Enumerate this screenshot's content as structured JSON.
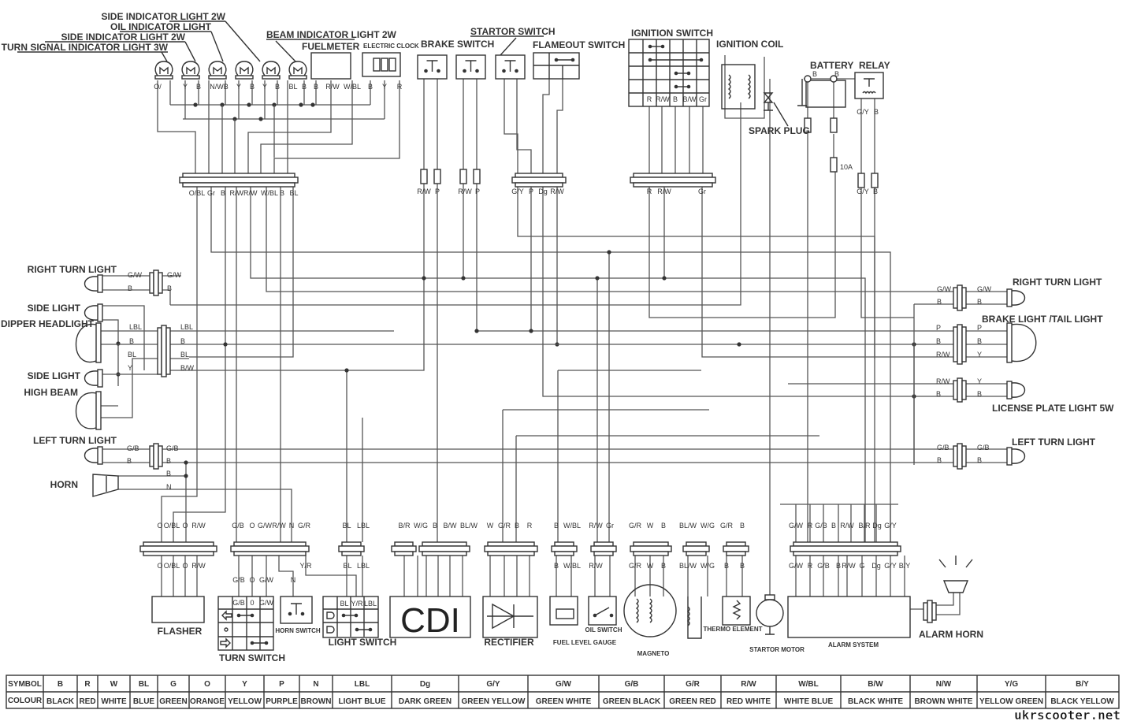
{
  "components": {
    "turn_signal_indicator": "TURN SIGNAL INDICATOR LIGHT 3W",
    "side_indicator_1": "SIDE INDICATOR LIGHT 2W",
    "oil_indicator": "OIL INDICATOR LIGHT",
    "side_indicator_2": "SIDE INDICATOR LIGHT 2W",
    "beam_indicator": "BEAM INDICATOR LIGHT 2W",
    "fuelmeter": "FUELMETER",
    "electric_clock": "ELECTRIC CLOCK",
    "brake_switch": "BRAKE SWITCH",
    "startor_switch": "STARTOR SWITCH",
    "flameout_switch": "FLAMEOUT SWITCH",
    "ignition_switch": "IGNITION SWITCH",
    "ignition_coil": "IGNITION COIL",
    "spark_plug": "SPARK PLUG",
    "battery": "BATTERY",
    "relay": "RELAY",
    "right_turn_light_front": "RIGHT TURN LIGHT",
    "side_light_1": "SIDE LIGHT",
    "dipper_headlight": "DIPPER HEADLIGHT",
    "side_light_2": "SIDE LIGHT",
    "high_beam": "HIGH BEAM",
    "left_turn_light_front": "LEFT TURN LIGHT",
    "horn": "HORN",
    "right_turn_light_rear": "RIGHT TURN LIGHT",
    "brake_tail_light": "BRAKE LIGHT /TAIL LIGHT",
    "license_plate_light": "LICENSE PLATE LIGHT 5W",
    "left_turn_light_rear": "LEFT TURN LIGHT",
    "flasher": "FLASHER",
    "turn_switch": "TURN SWITCH",
    "horn_switch": "HORN SWITCH",
    "light_switch": "LIGHT SWITCH",
    "cdi": "CDI",
    "rectifier": "RECTIFIER",
    "fuel_level_gauge": "FUEL LEVEL GAUGE",
    "oil_switch": "OIL SWITCH",
    "magneto": "MAGNETO",
    "thermo_element": "THERMO ELEMENT",
    "startor_motor": "STARTOR MOTOR",
    "alarm_system": "ALARM SYSTEM",
    "alarm_horn": "ALARM HORN"
  },
  "wire_labels": {
    "top_lamps": [
      "O/",
      "Y",
      "B",
      "N/WB",
      "Y",
      "B",
      "Y",
      "B",
      "BL",
      "B",
      "B",
      "R/W",
      "W/BL",
      "B",
      "Y",
      "R"
    ],
    "main_connector": [
      "O/BL",
      "Gr",
      "B",
      "R/WR/W",
      "W/BL",
      "B",
      "BL"
    ],
    "brake_switch_1": [
      "R/W",
      "P"
    ],
    "brake_switch_2": [
      "R/W",
      "P"
    ],
    "flameout_connector": [
      "G/Y",
      "P",
      "Dg",
      "R/W"
    ],
    "ignition_switch_row": [
      "R",
      "R/W",
      "B",
      "B/W",
      "Gr"
    ],
    "ignition_connector": [
      "R",
      "R/W",
      "Gr"
    ],
    "battery": [
      "B",
      "B"
    ],
    "relay": [
      "G/Y",
      "B"
    ],
    "relay_fuses": [
      "G/Y",
      "B"
    ],
    "fuse_rating": "10A",
    "front_right_turn": [
      "G/W",
      "B",
      "G/W",
      "B"
    ],
    "headlight": [
      "LBL",
      "B",
      "BL",
      "Y",
      "LBL",
      "B",
      "BL",
      "B/W"
    ],
    "front_left_turn_horn": [
      "G/B",
      "B",
      "G/B",
      "B",
      "B",
      "N"
    ],
    "rear_right_turn": [
      "G/W",
      "B",
      "G/W",
      "B"
    ],
    "rear_brake_tail": [
      "P",
      "B",
      "R/W",
      "P",
      "B",
      "Y"
    ],
    "rear_license": [
      "R/W",
      "B",
      "Y",
      "B"
    ],
    "rear_left_turn": [
      "G/B",
      "B",
      "G/B",
      "B"
    ],
    "flasher_above": [
      "O",
      "O/BL",
      "O",
      "R/W"
    ],
    "flasher_below": [
      "O",
      "O/BL",
      "O",
      "R/W"
    ],
    "turn_above": [
      "G/B",
      "O",
      "G/W",
      "R/W",
      "N",
      "G/R"
    ],
    "turn_below": [
      "Y/R"
    ],
    "turn_switch_wires": [
      "G/B",
      "O",
      "G/W",
      "N"
    ],
    "turn_switch_header": [
      "G/B",
      "0",
      "G/W"
    ],
    "light_above": [
      "BL",
      "LBL"
    ],
    "light_below": [
      "BL",
      "LBL"
    ],
    "light_switch_header": [
      "BL",
      "Y/R",
      "LBL"
    ],
    "cdi_above": [
      "B/R",
      "W/G",
      "B",
      "B/W",
      "BL/W"
    ],
    "rectifier_above": [
      "W",
      "G/R",
      "B",
      "R"
    ],
    "fuel_above": [
      "B",
      "W/BL"
    ],
    "fuel_below": [
      "B",
      "W/BL"
    ],
    "oil_above": [
      "R/W",
      "Gr"
    ],
    "oil_below": [
      "R/W"
    ],
    "magneto_above": [
      "G/R",
      "W",
      "B"
    ],
    "magneto_below": [
      "G/R",
      "W",
      "B"
    ],
    "pickup_above": [
      "BL/W",
      "W/G"
    ],
    "pickup_below": [
      "BL/W",
      "W/G"
    ],
    "thermo_above": [
      "G/R",
      "B"
    ],
    "thermo_below": [
      "B",
      "B"
    ],
    "alarm_above": [
      "G/W",
      "R",
      "G/B",
      "B",
      "R/W",
      "B/R",
      "Dg",
      "G/Y"
    ],
    "alarm_below": [
      "G/W",
      "R",
      "G/B",
      "B",
      "R/W",
      "G",
      "Dg",
      "G/Y",
      "B/Y"
    ]
  },
  "color_legend": {
    "symbol_header": "SYMBOL",
    "colour_header": "COLOUR",
    "entries": [
      {
        "symbol": "B",
        "colour": "BLACK"
      },
      {
        "symbol": "R",
        "colour": "RED"
      },
      {
        "symbol": "W",
        "colour": "WHITE"
      },
      {
        "symbol": "BL",
        "colour": "BLUE"
      },
      {
        "symbol": "G",
        "colour": "GREEN"
      },
      {
        "symbol": "O",
        "colour": "ORANGE"
      },
      {
        "symbol": "Y",
        "colour": "YELLOW"
      },
      {
        "symbol": "P",
        "colour": "PURPLE"
      },
      {
        "symbol": "N",
        "colour": "BROWN"
      },
      {
        "symbol": "LBL",
        "colour": "LIGHT BLUE"
      },
      {
        "symbol": "Dg",
        "colour": "DARK GREEN"
      },
      {
        "symbol": "G/Y",
        "colour": "GREEN YELLOW"
      },
      {
        "symbol": "G/W",
        "colour": "GREEN WHITE"
      },
      {
        "symbol": "G/B",
        "colour": "GREEN BLACK"
      },
      {
        "symbol": "G/R",
        "colour": "GREEN RED"
      },
      {
        "symbol": "R/W",
        "colour": "RED WHITE"
      },
      {
        "symbol": "W/BL",
        "colour": "WHITE BLUE"
      },
      {
        "symbol": "B/W",
        "colour": "BLACK WHITE"
      },
      {
        "symbol": "N/W",
        "colour": "BROWN WHITE"
      },
      {
        "symbol": "Y/G",
        "colour": "YELLOW GREEN"
      },
      {
        "symbol": "B/Y",
        "colour": "BLACK YELLOW"
      }
    ]
  },
  "watermark": "ukrscooter.net"
}
